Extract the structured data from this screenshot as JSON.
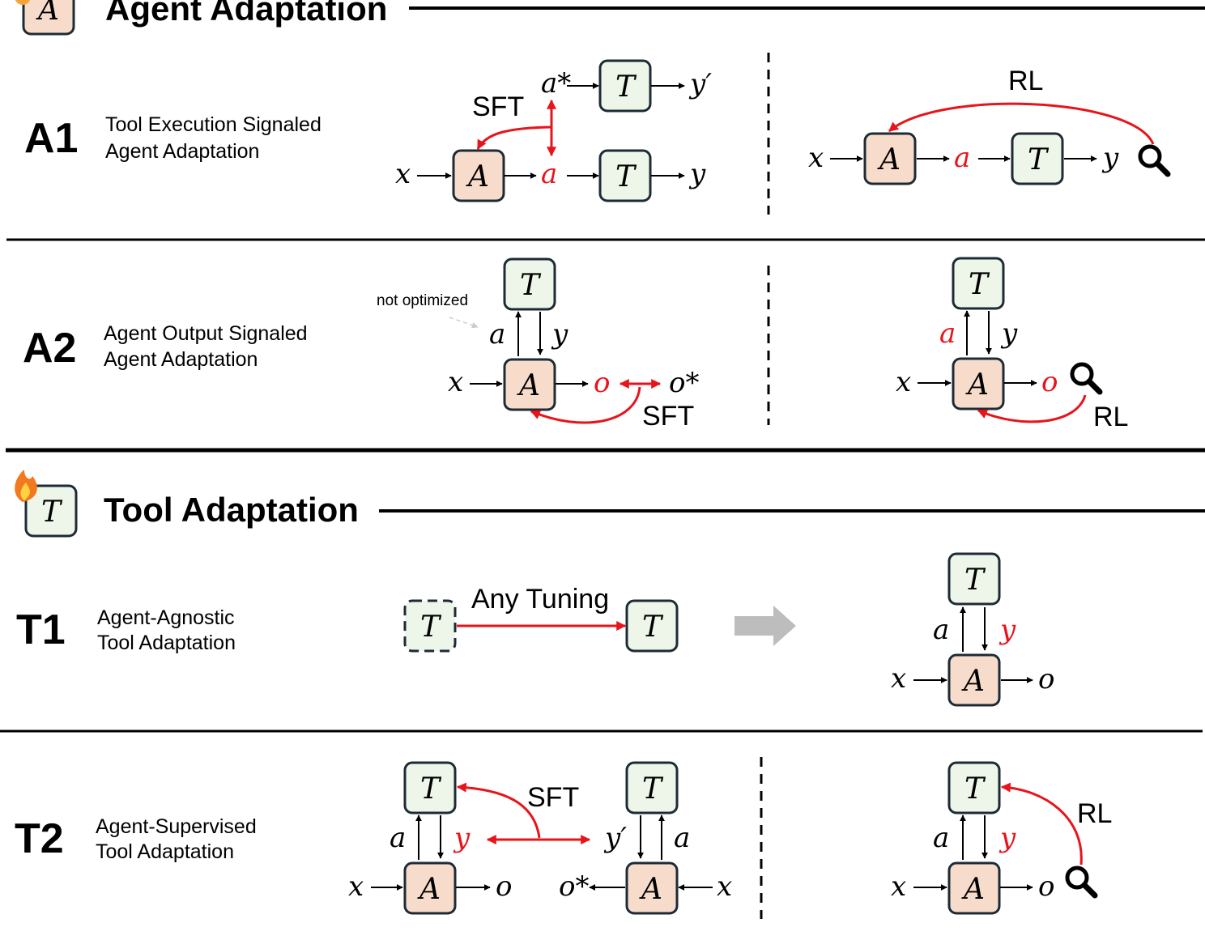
{
  "sections": {
    "agent": {
      "title": "Agent Adaptation"
    },
    "tool": {
      "title": "Tool Adaptation"
    }
  },
  "rows": {
    "A1": {
      "label": "A1",
      "desc": [
        "Tool Execution Signaled",
        "Agent Adaptation"
      ],
      "left_method": "SFT",
      "right_method": "RL"
    },
    "A2": {
      "label": "A2",
      "desc": [
        "Agent Output Signaled",
        "Agent Adaptation"
      ],
      "left_method": "SFT",
      "right_method": "RL",
      "note": "not optimized"
    },
    "T1": {
      "label": "T1",
      "desc": [
        "Agent-Agnostic",
        "Tool Adaptation"
      ],
      "method": "Any Tuning"
    },
    "T2": {
      "label": "T2",
      "desc": [
        "Agent-Supervised",
        "Tool Adaptation"
      ],
      "left_method": "SFT",
      "right_method": "RL"
    }
  },
  "symbols": {
    "agent": "A",
    "tool": "T",
    "x": "x",
    "a": "a",
    "a_star": "a*",
    "y": "y",
    "y_prime": "y′",
    "o": "o",
    "o_star": "o*"
  },
  "colors": {
    "agent_fill": "#f8dccb",
    "tool_fill": "#eef6ea",
    "box_border": "#1d2b36",
    "signal": "#e8141b",
    "gray_arrow": "#bdbdbd",
    "note": "#bbbbbb"
  },
  "icons": {
    "search": "magnifier-icon",
    "fire": "fire-icon"
  }
}
